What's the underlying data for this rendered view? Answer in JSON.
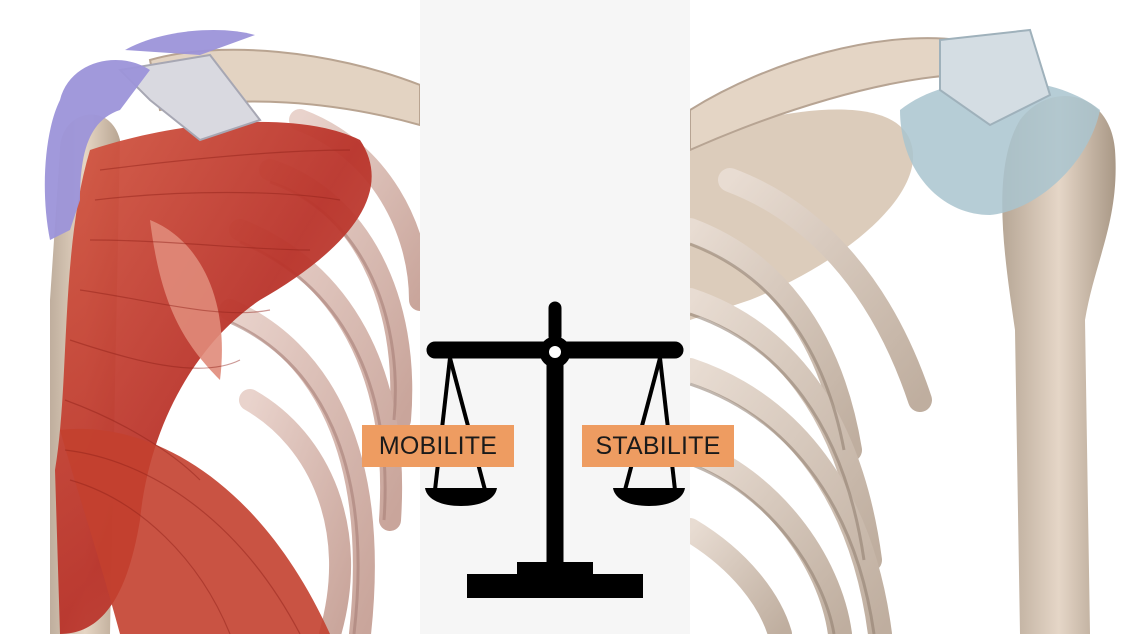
{
  "labels": {
    "left": "MOBILITE",
    "right": "STABILITE"
  },
  "colors": {
    "label_bg": "#ee9c61",
    "scale": "#000000",
    "muscle": "#c2412f",
    "bone": "#d8c7b6",
    "ligament_purple": "#9c93d9",
    "capsule_blue": "#a9c4cf"
  },
  "icons": {
    "center": "balance-scale-icon",
    "left_figure": "shoulder-muscles-illustration",
    "right_figure": "shoulder-bones-illustration"
  }
}
